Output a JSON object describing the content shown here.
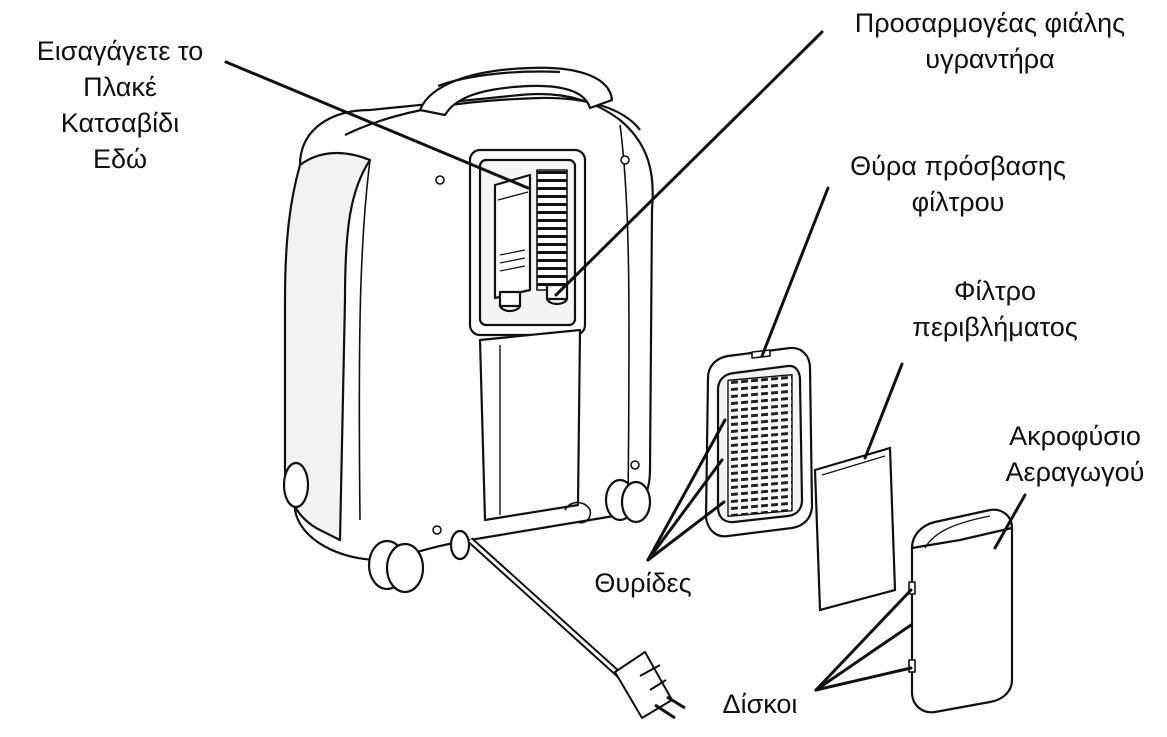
{
  "labels": {
    "screwdriver": [
      "Εισαγάγετε το",
      "Πλακέ",
      "Κατσαβίδι",
      "Εδώ"
    ],
    "humidifier_adapter": [
      "Προσαρμογέας φιάλης",
      "υγραντήρα"
    ],
    "filter_door": [
      "Θύρα πρόσβασης",
      "φίλτρου"
    ],
    "cabinet_filter": [
      "Φίλτρο",
      "περιβλήματος"
    ],
    "exhaust_muffler": [
      "Ακροφύσιο",
      "Αεραγωγού"
    ],
    "louvers": "Θυρίδες",
    "discs": "Δίσκοι"
  },
  "colors": {
    "ink": "#111111",
    "fill": "#ffffff",
    "shade": "#e6e6e6"
  }
}
